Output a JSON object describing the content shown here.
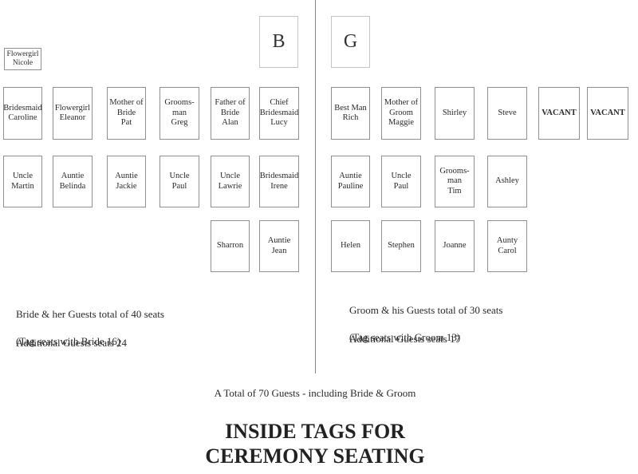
{
  "bride_header": "B",
  "groom_header": "G",
  "bride_side": {
    "extra_tag": "Flowergirl\nNicole",
    "row1": [
      "Bridesmaid\nCaroline",
      "Flowergirl\nEleanor",
      "Mother of\nBride\nPat",
      "Grooms-\nman\nGreg",
      "Father of\nBride\nAlan",
      "Chief\nBridesmaid\nLucy"
    ],
    "row2": [
      "Uncle\nMartin",
      "Auntie\nBelinda",
      "Auntie\nJackie",
      "Uncle\nPaul",
      "Uncle\nLawrie",
      "Bridesmaid\nIrene"
    ],
    "row3": [
      "Sharron",
      "Auntie\nJean"
    ],
    "summary_line1": "Bride & her Guests total of 40 seats",
    "summary_line2": "(Tag seats with Bride 16)",
    "additional": "Additional Guests seats 24"
  },
  "groom_side": {
    "row1": [
      "Best Man\nRich",
      "Mother of\nGroom\nMaggie",
      "Shirley",
      "Steve",
      "VACANT",
      "VACANT"
    ],
    "row2": [
      "Auntie\nPauline",
      "Uncle\nPaul",
      "Grooms-\nman\nTim",
      "Ashley"
    ],
    "row3": [
      "Helen",
      "Stephen",
      "Joanne",
      "Aunty\nCarol"
    ],
    "summary_line1": "Groom & his Guests total of 30 seats",
    "summary_line2": "(Tag seats with Groom 13)",
    "additional": "Additional Guests seats 17"
  },
  "total_line": "A Total of 70 Guests - including Bride & Groom",
  "title_line1": "INSIDE TAGS FOR",
  "title_line2": "CEREMONY SEATING"
}
